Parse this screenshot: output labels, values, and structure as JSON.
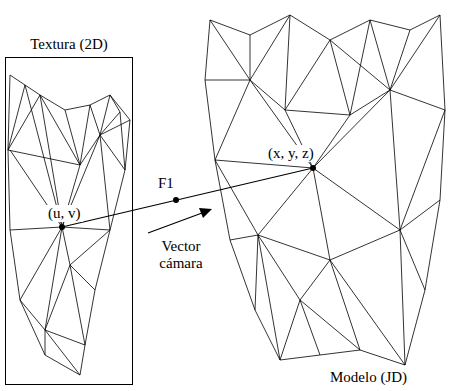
{
  "diagram": {
    "nodes": [
      {
        "text": [
          "Textura (2D)"
        ]
      }
    ],
    "labels": [
      "(u, v)",
      "F1",
      "Vector cámara",
      "(x, y, z)",
      "Modelo (JD)"
    ]
  }
}
